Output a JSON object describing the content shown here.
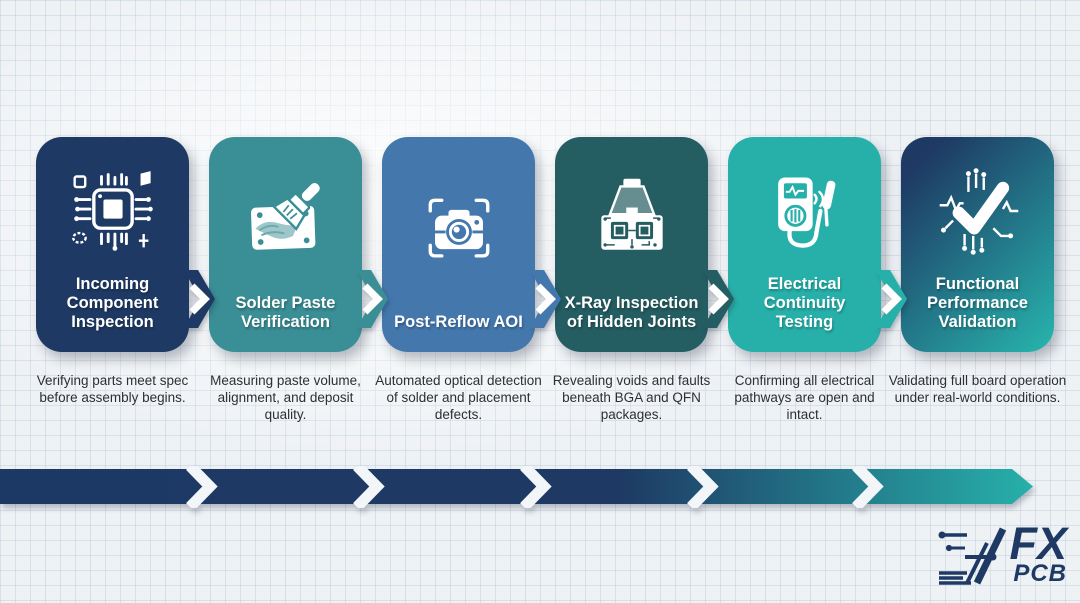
{
  "background": {
    "base_color": "#eff2f5",
    "grid_line_color": "#d9e1e8"
  },
  "steps": [
    {
      "title": "Incoming Component Inspection",
      "description": "Verifying parts meet spec before assembly begins.",
      "color": "#1e3a64",
      "icon": "microchip-icon"
    },
    {
      "title": "Solder Paste Verification",
      "description": "Measuring paste volume, alignment, and deposit quality.",
      "color": "#3a8e95",
      "icon": "solder-paste-brush-icon"
    },
    {
      "title": "Post-Reflow AOI",
      "description": "Automated optical detection of solder and placement defects.",
      "color": "#4478ad",
      "icon": "aoi-camera-icon"
    },
    {
      "title": "X-Ray Inspection of Hidden Joints",
      "description": "Revealing voids and faults beneath BGA and QFN packages.",
      "color": "#245d62",
      "icon": "xray-machine-icon"
    },
    {
      "title": "Electrical Continuity Testing",
      "description": "Confirming all electrical pathways are open and intact.",
      "color": "#27b0aa",
      "icon": "multimeter-icon"
    },
    {
      "title": "Functional Performance Validation",
      "description": "Validating full board operation under real-world conditions.",
      "color_start": "#1e3a64",
      "color_end": "#27b0aa",
      "icon": "circuit-checkmark-icon"
    }
  ],
  "connector_colors": [
    "#1e3a64",
    "#3a8e95",
    "#4478ad",
    "#245d62",
    "#27b0aa"
  ],
  "progress_bar": {
    "type": "chevron-arrow",
    "segments": 6,
    "start_color": "#1e3a64",
    "end_color": "#27b0aa"
  },
  "logo": {
    "line1": "FX",
    "line2": "PCB",
    "color": "#1e3a64"
  }
}
